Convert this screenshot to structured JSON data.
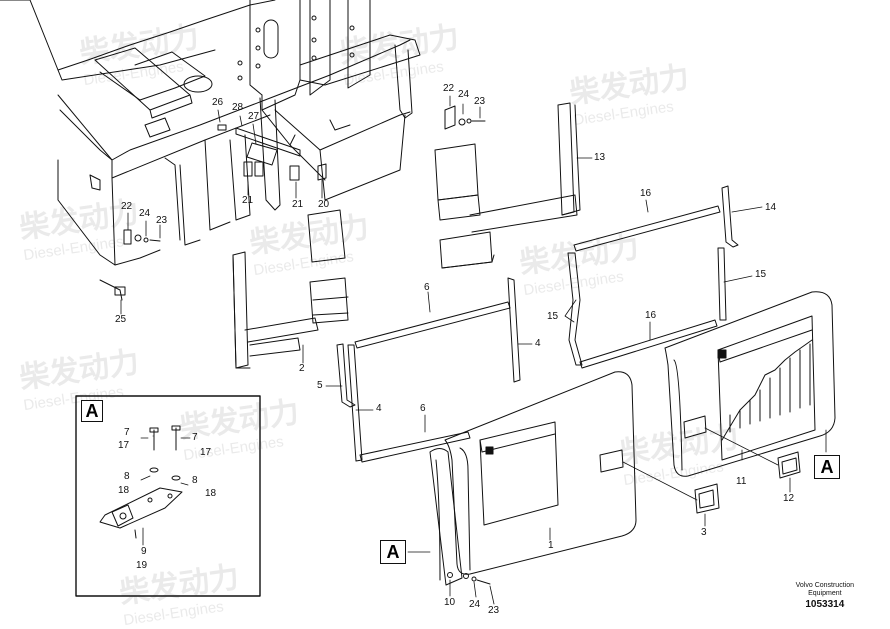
{
  "watermark": {
    "cn": "柴发动力",
    "en": "Diesel-Engines"
  },
  "detail_view": {
    "letter": "A"
  },
  "callouts": {
    "A_left": "A",
    "A_right": "A"
  },
  "footer": {
    "company_line1": "Volvo Construction",
    "company_line2": "Equipment",
    "drawing_number": "1053314"
  },
  "labels": {
    "l22a": "22",
    "l24a": "24",
    "l23a": "23",
    "l26": "26",
    "l28": "28",
    "l27": "27",
    "l21a": "21",
    "l21b": "21",
    "l20": "20",
    "l22b": "22",
    "l24b": "24",
    "l23b": "23",
    "l25": "25",
    "l13": "13",
    "l16a": "16",
    "l14": "14",
    "l15a": "15",
    "l15b": "15",
    "l16b": "16",
    "l6a": "6",
    "l4a": "4",
    "l2": "2",
    "l5": "5",
    "l4b": "4",
    "l6b": "6",
    "l1": "1",
    "l3": "3",
    "l11": "11",
    "l12": "12",
    "l10": "10",
    "l24c": "24",
    "l23c": "23",
    "d7a": "7",
    "d17a": "17",
    "d7b": "7",
    "d17b": "17",
    "d8a": "8",
    "d18a": "18",
    "d8b": "8",
    "d18b": "18",
    "d9": "9",
    "d19": "19"
  }
}
